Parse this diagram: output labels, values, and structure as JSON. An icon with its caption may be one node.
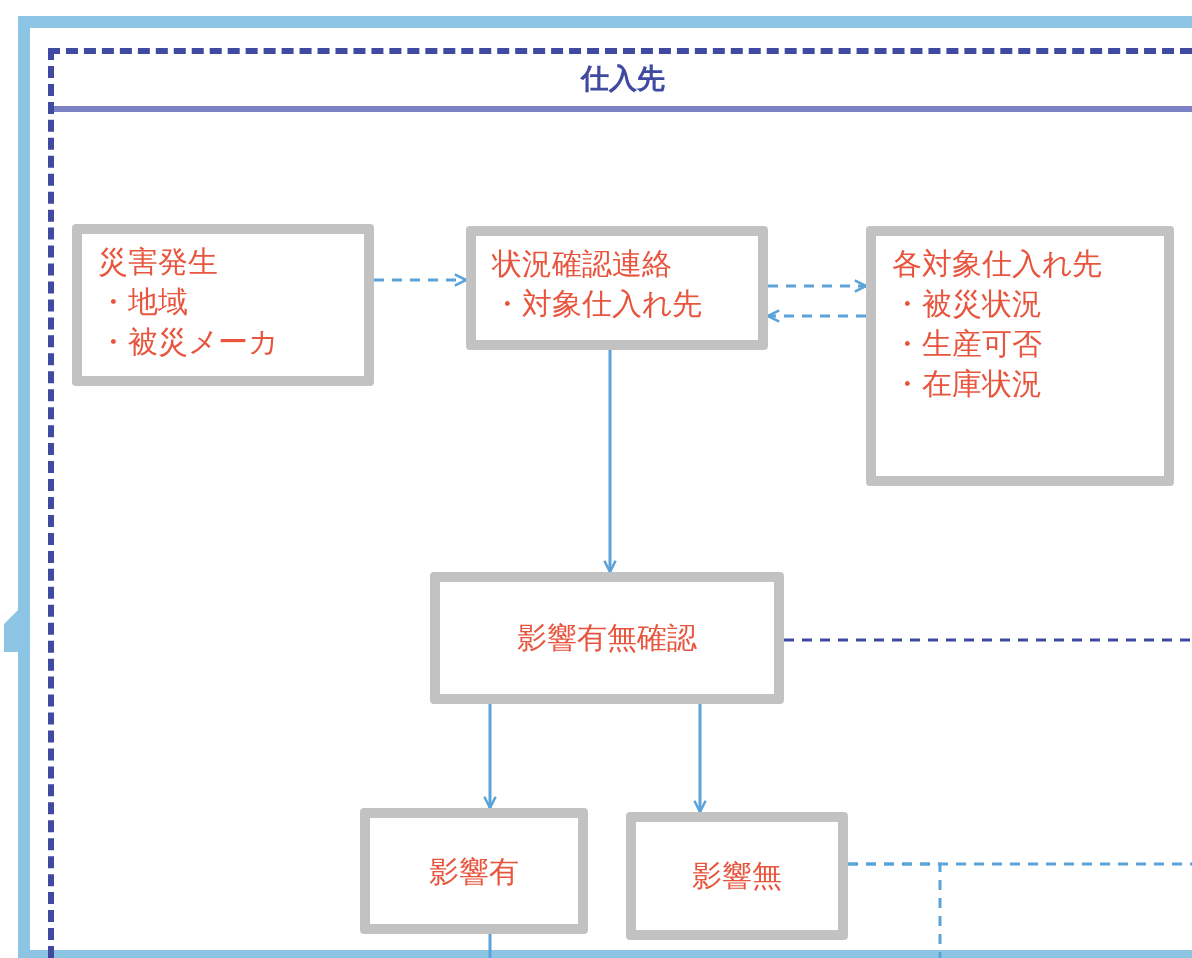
{
  "diagram": {
    "nodes": [
      {
        "text": [
          "仕入先"
        ]
      },
      {
        "text": [
          "災害発生",
          "・地域",
          "・被災メーカ"
        ],
        "in": 0
      },
      {
        "text": [
          "状況確認連絡",
          "・対象仕入れ先"
        ],
        "in": 0
      },
      {
        "text": [
          "各対象仕入れ先",
          "・被災状況",
          "・生産可否",
          "・在庫状況"
        ],
        "in": 0
      },
      {
        "text": [
          "影響有無確認"
        ],
        "in": 0
      },
      {
        "text": [
          "影響有"
        ],
        "in": 0
      },
      {
        "text": [
          "影響無"
        ],
        "in": 0
      }
    ],
    "edges": [
      {
        "from": 1,
        "to": 2,
        "arrow": "to",
        "style": "dashed"
      },
      {
        "from": 2,
        "to": 3,
        "arrow": "to",
        "style": "dashed"
      },
      {
        "from": 3,
        "to": 2,
        "arrow": "to",
        "style": "dashed"
      },
      {
        "from": 2,
        "to": 4,
        "arrow": "to"
      },
      {
        "from": 4,
        "to": 5,
        "arrow": "to"
      },
      {
        "from": 4,
        "to": 6,
        "arrow": "to"
      },
      {
        "from": 4,
        "to": null,
        "arrow": "none",
        "style": "dashed",
        "color": "#3f4aa0"
      },
      {
        "from": 5,
        "to": null,
        "arrow": "none"
      },
      {
        "from": 6,
        "to": null,
        "arrow": "none",
        "style": "dashed"
      },
      {
        "from": 6,
        "to": null,
        "arrow": "none",
        "style": "dashed"
      }
    ]
  }
}
